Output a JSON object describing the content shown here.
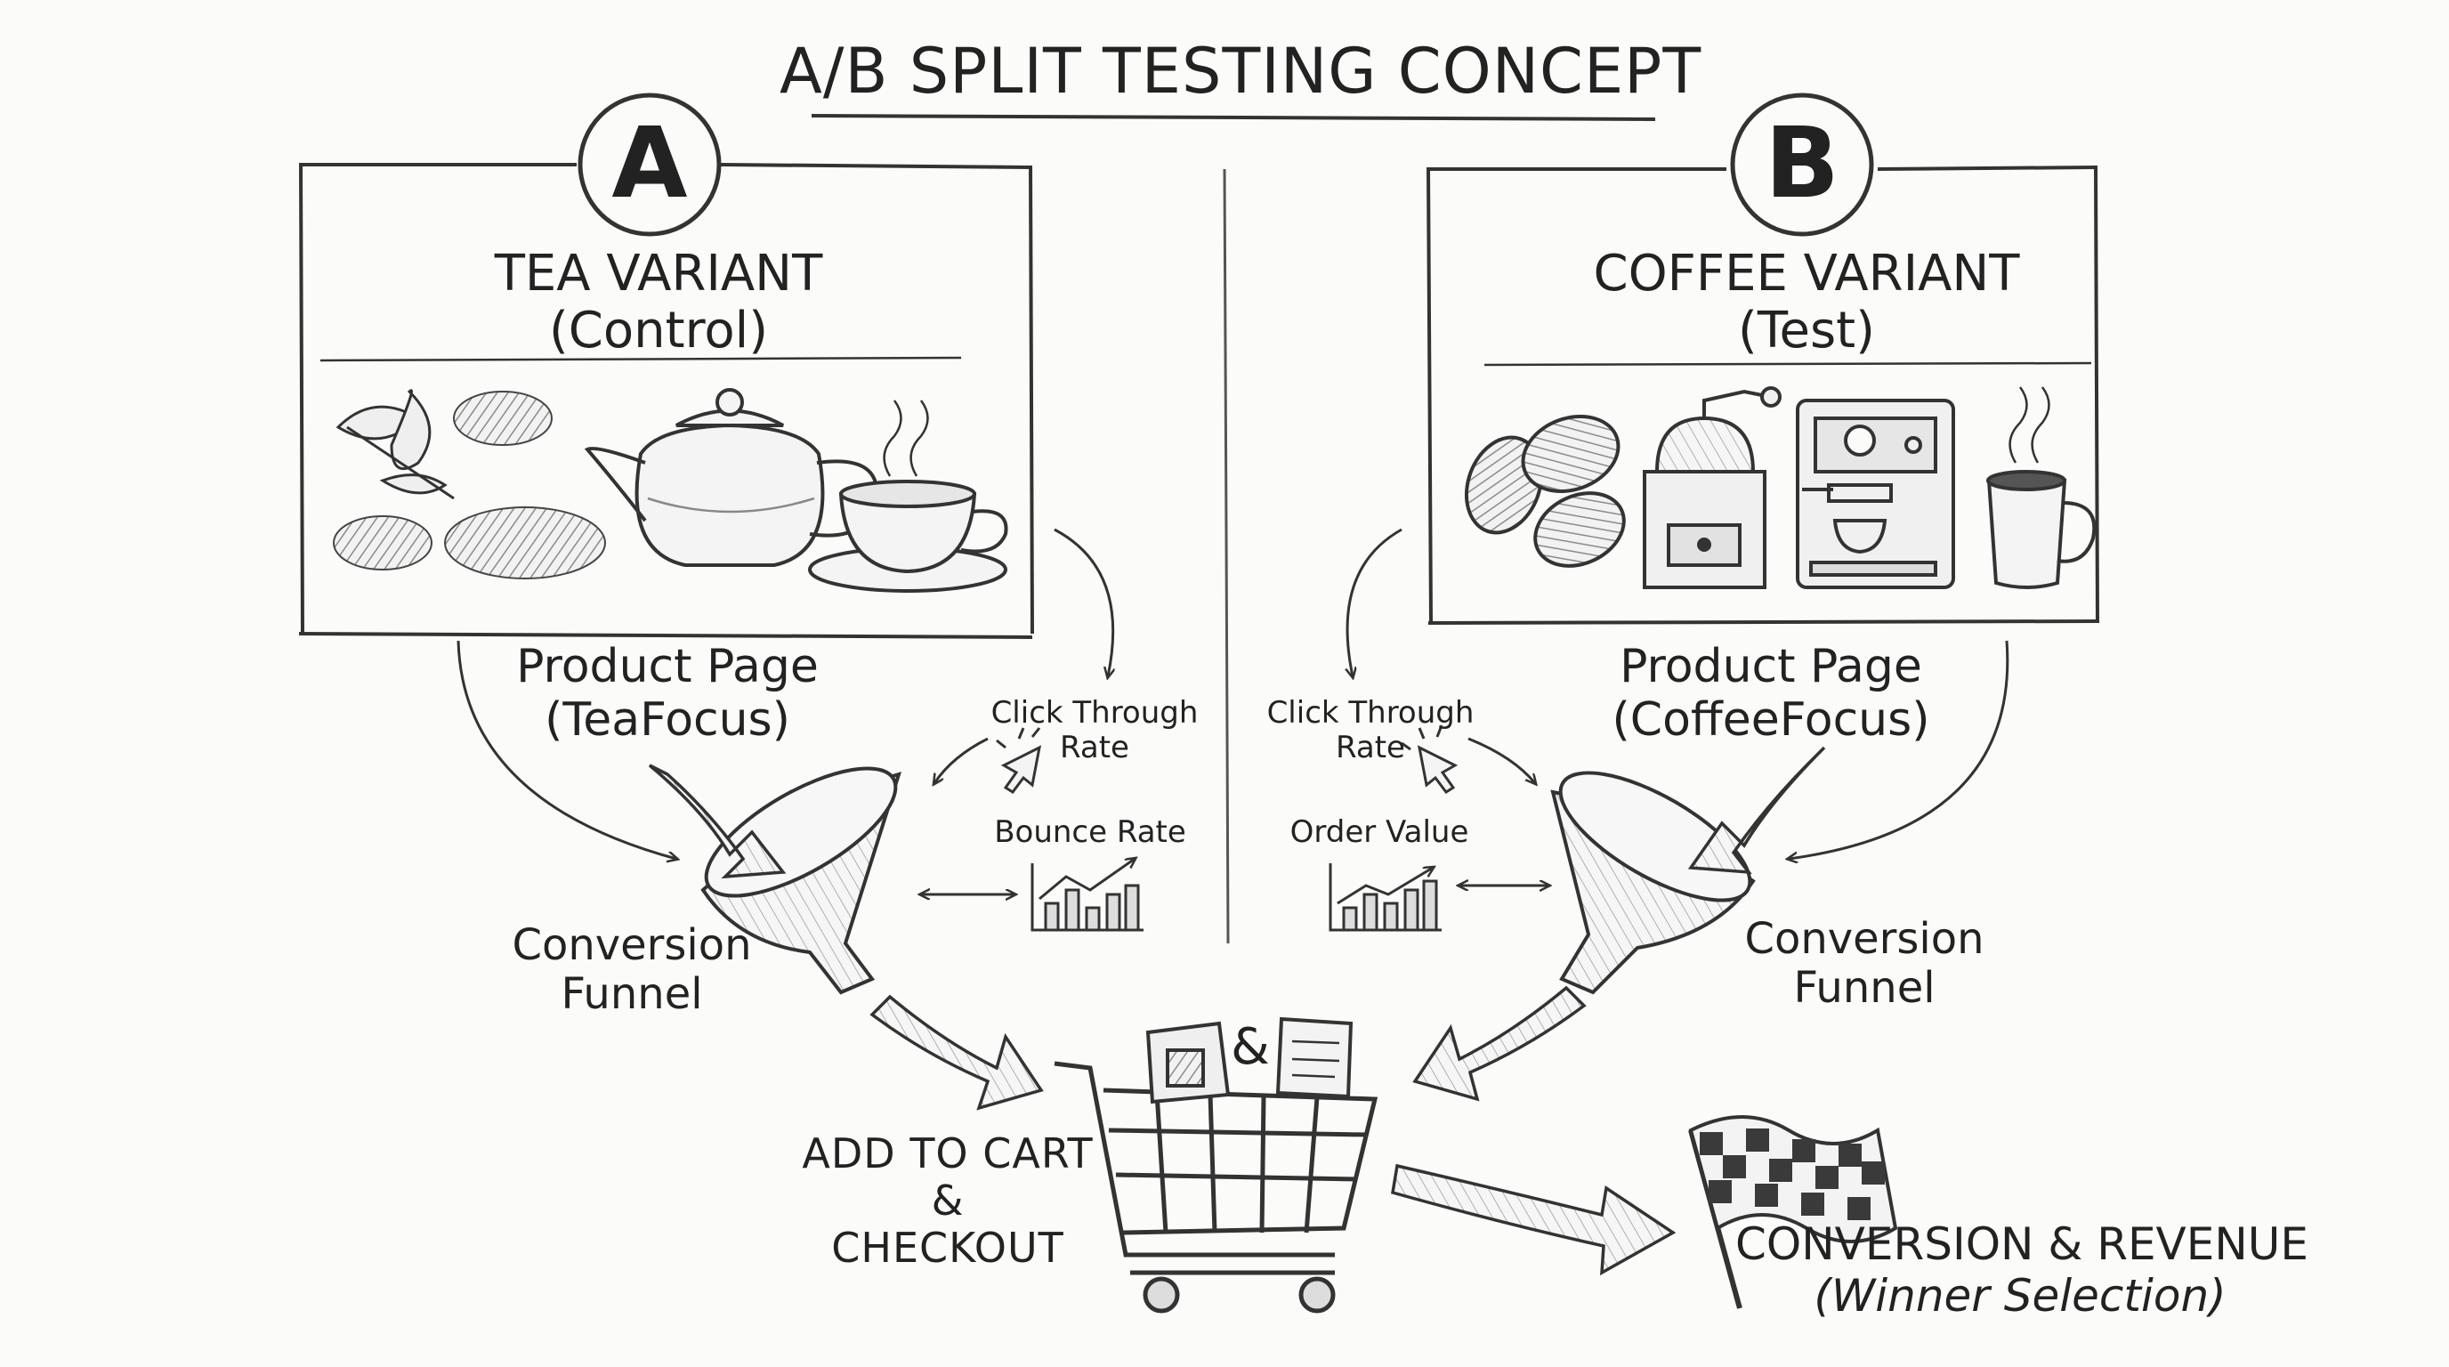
{
  "title": "A/B SPLIT TESTING CONCEPT",
  "variant_a": {
    "letter": "A",
    "name": "TEA VARIANT",
    "subtitle": "(Control)",
    "product_page": "Product Page",
    "product_page_sub": "(TeaFocus)",
    "metric_1": [
      "Click Through",
      "Rate"
    ],
    "metric_2": "Bounce Rate",
    "funnel_label": [
      "Conversion",
      "Funnel"
    ]
  },
  "variant_b": {
    "letter": "B",
    "name": "COFFEE VARIANT",
    "subtitle": "(Test)",
    "product_page": "Product Page",
    "product_page_sub": "(CoffeeFocus)",
    "metric_1": [
      "Click Through",
      "Rate"
    ],
    "metric_2": "Order Value",
    "funnel_label": [
      "Conversion",
      "Funnel"
    ]
  },
  "cart": {
    "ampersand": "&",
    "label": [
      "ADD TO CART",
      "&",
      "CHECKOUT"
    ]
  },
  "result": {
    "label": "CONVERSION & REVENUE",
    "sub": "(Winner Selection)"
  },
  "colors": {
    "ink": "#262626",
    "paper": "#fbfbfa",
    "shade": "#9a9a9a"
  }
}
